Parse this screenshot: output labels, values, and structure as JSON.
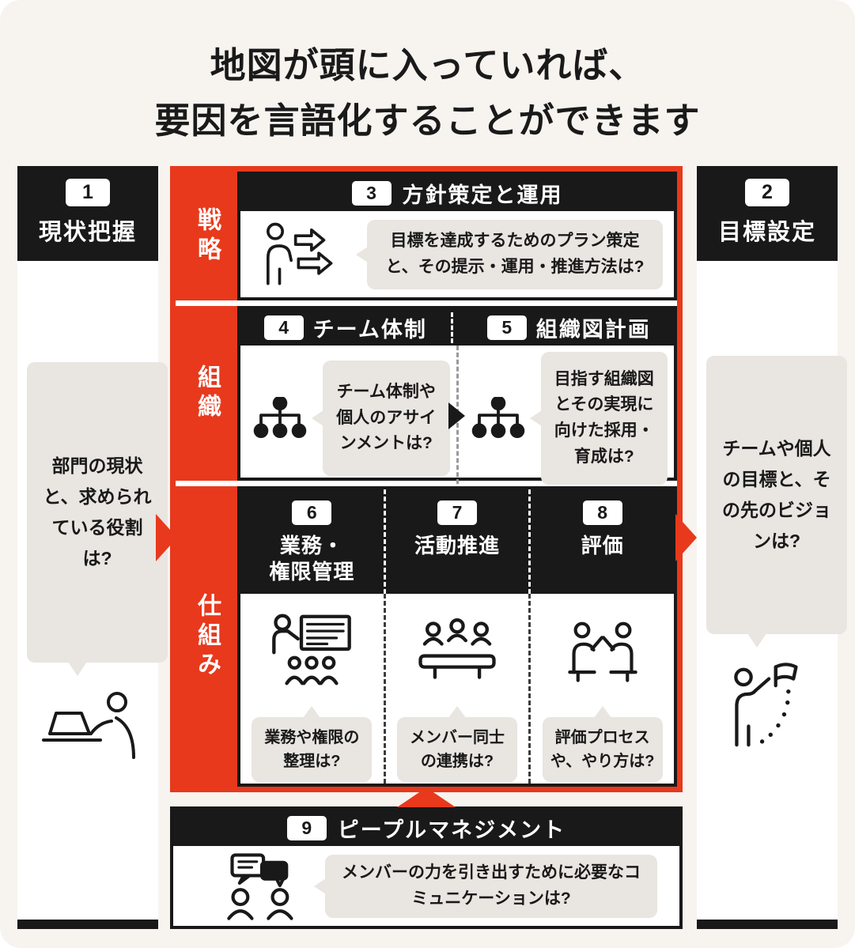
{
  "colors": {
    "background": "#f7f4f0",
    "black": "#191919",
    "red": "#e8391c",
    "bubble_gray": "#e9e5e1",
    "white": "#ffffff"
  },
  "title": {
    "line1": "地図が頭に入っていれば、",
    "line2": "要因を言語化することができます"
  },
  "left_column": {
    "number": "1",
    "title": "現状把握",
    "bubble": "部門の現状と、求められている役割は?",
    "icon": "laptop-person-icon"
  },
  "right_column": {
    "number": "2",
    "title": "目標設定",
    "bubble": "チームや個人の目標と、その先のビジョンは?",
    "icon": "flag-person-icon"
  },
  "center": {
    "rows": [
      {
        "label": "戦略",
        "sections": [
          {
            "number": "3",
            "title": "方針策定と運用",
            "bubble": "目標を達成するためのプラン策定と、その提示・運用・推進方法は?",
            "icon": "strategy-icon"
          }
        ]
      },
      {
        "label": "組織",
        "sections": [
          {
            "number": "4",
            "title": "チーム体制",
            "bubble": "チーム体制や個人のアサインメントは?",
            "icon": "org-chart-icon"
          },
          {
            "number": "5",
            "title": "組織図計画",
            "bubble": "目指す組織図とその実現に向けた採用・育成は?",
            "icon": "org-chart-icon"
          }
        ]
      },
      {
        "label": "仕組み",
        "sections": [
          {
            "number": "6",
            "title": "業務・\n権限管理",
            "bubble": "業務や権限の整理は?",
            "icon": "presentation-icon"
          },
          {
            "number": "7",
            "title": "活動推進",
            "bubble": "メンバー同士の連携は?",
            "icon": "meeting-icon"
          },
          {
            "number": "8",
            "title": "評価",
            "bubble": "評価プロセスや、やり方は?",
            "icon": "evaluation-icon"
          }
        ]
      }
    ]
  },
  "bottom_bar": {
    "number": "9",
    "title": "ピープルマネジメント",
    "bubble": "メンバーの力を引き出すために必要なコミュニケーションは?",
    "icon": "communication-icon"
  }
}
